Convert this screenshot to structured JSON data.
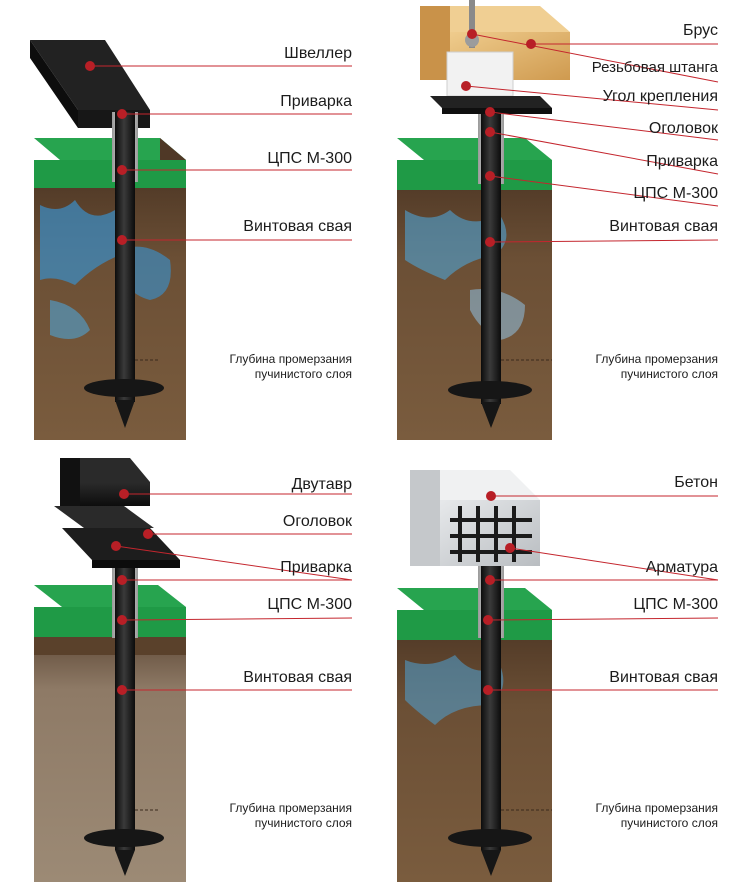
{
  "colors": {
    "leader": "#c4262e",
    "marker": "#b81f26",
    "pile": "#161616",
    "grass": "#1f9a46",
    "soil": "#6b4f35",
    "water": "#3a8fc9",
    "wood": "#e2b771"
  },
  "panels": [
    {
      "id": "top-left",
      "labels": [
        "Швеллер",
        "Приварка",
        "ЦПС М-300",
        "Винтовая свая"
      ],
      "note": [
        "Глубина промерзания",
        "пучинистого слоя"
      ]
    },
    {
      "id": "top-right",
      "labels": [
        "Брус",
        "Резьбовая штанга",
        "Угол крепления",
        "Оголовок",
        "Приварка",
        "ЦПС М-300",
        "Винтовая свая"
      ],
      "note": [
        "Глубина промерзания",
        "пучинистого слоя"
      ]
    },
    {
      "id": "bottom-left",
      "labels": [
        "Двутавр",
        "Оголовок",
        "Приварка",
        "ЦПС М-300",
        "Винтовая свая"
      ],
      "note": [
        "Глубина промерзания",
        "пучинистого слоя"
      ]
    },
    {
      "id": "bottom-right",
      "labels": [
        "Бетон",
        "Арматура",
        "ЦПС М-300",
        "Винтовая свая"
      ],
      "note": [
        "Глубина промерзания",
        "пучинистого слоя"
      ]
    }
  ]
}
